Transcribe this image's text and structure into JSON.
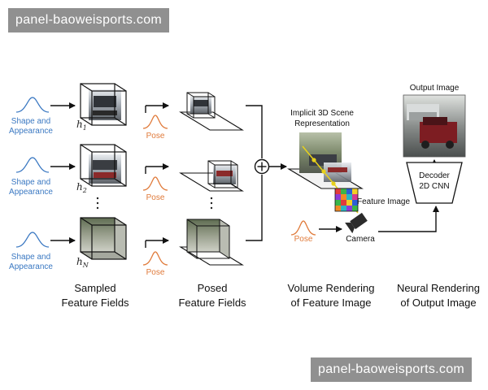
{
  "watermark": {
    "text": "panel-baoweisports.com"
  },
  "inputs": [
    {
      "label_line1": "Shape and",
      "label_line2": "Appearance",
      "latent": "h",
      "latent_sub": "1"
    },
    {
      "label_line1": "Shape and",
      "label_line2": "Appearance",
      "latent": "h",
      "latent_sub": "2"
    },
    {
      "label_line1": "Shape and",
      "label_line2": "Appearance",
      "latent": "h",
      "latent_sub": "N"
    }
  ],
  "pose_label": "Pose",
  "implicit_scene": {
    "line1": "Implicit 3D Scene",
    "line2": "Representation"
  },
  "feature_image_label": "Feature Image",
  "camera_label": "Camera",
  "output_image_label": "Output Image",
  "decoder": {
    "line1": "Decoder",
    "line2": "2D CNN"
  },
  "captions": [
    {
      "line1": "Sampled",
      "line2": "Feature Fields"
    },
    {
      "line1": "Posed",
      "line2": "Feature Fields"
    },
    {
      "line1": "Volume Rendering",
      "line2": "of Feature Image"
    },
    {
      "line1": "Neural Rendering",
      "line2": "of Output Image"
    }
  ],
  "colors": {
    "shape_blue": "#3a78c2",
    "pose_orange": "#e07a3a",
    "arrow": "#111111"
  }
}
